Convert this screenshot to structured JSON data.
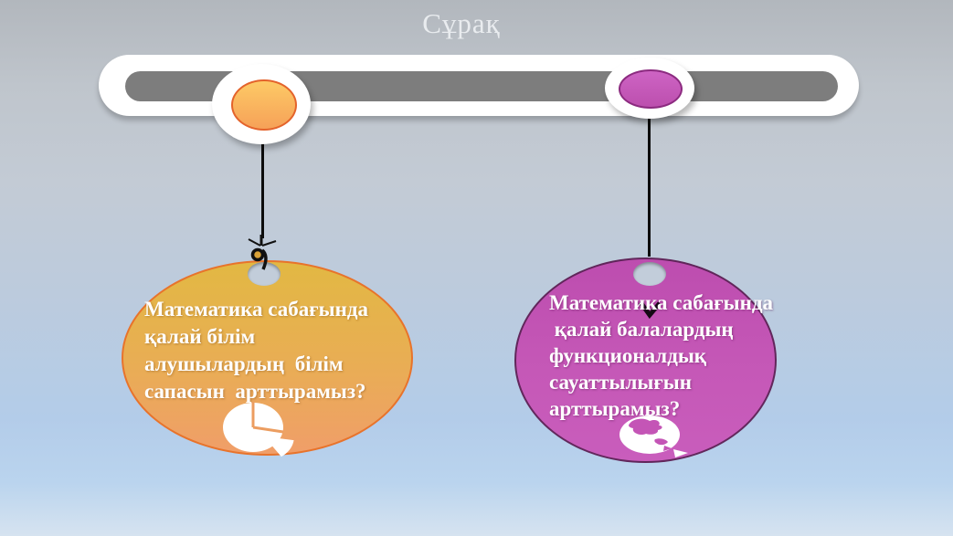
{
  "slide": {
    "title": "Сұрақ",
    "title_color": "#e9ecef",
    "background_top_color": "#b2b7bd",
    "background_bottom_color": "#d6e3f0"
  },
  "timeline_bar": {
    "rail_color": "#ffffff",
    "track_color": "#7d7d7d"
  },
  "left_branch": {
    "node_fill_top": "#fdca66",
    "node_fill_bottom": "#f6a158",
    "node_border_color": "#e4632b",
    "bubble_fill_top": "#e2b843",
    "bubble_fill_bottom": "#f09e69",
    "bubble_border_color": "#e8732b",
    "text_color": "#ffffff",
    "text_lines": [
      "Математика сабағында",
      "қалай білім",
      "алушылардың  білім",
      "сапасын  арттырамыз?"
    ],
    "icon": "pie-chart-icon"
  },
  "right_branch": {
    "node_fill_top": "#ce64c4",
    "node_fill_bottom": "#bc4fae",
    "node_border_color": "#8c2b80",
    "bubble_fill_top": "#bd4daf",
    "bubble_fill_bottom": "#c95dbc",
    "bubble_border_color": "#50204b",
    "text_color": "#ffffff",
    "text_lines": [
      "Математика сабағында",
      " қалай балалардың",
      "функционалдық",
      "сауаттылығын",
      "арттырамыз?"
    ],
    "icon": "globe-icon"
  }
}
